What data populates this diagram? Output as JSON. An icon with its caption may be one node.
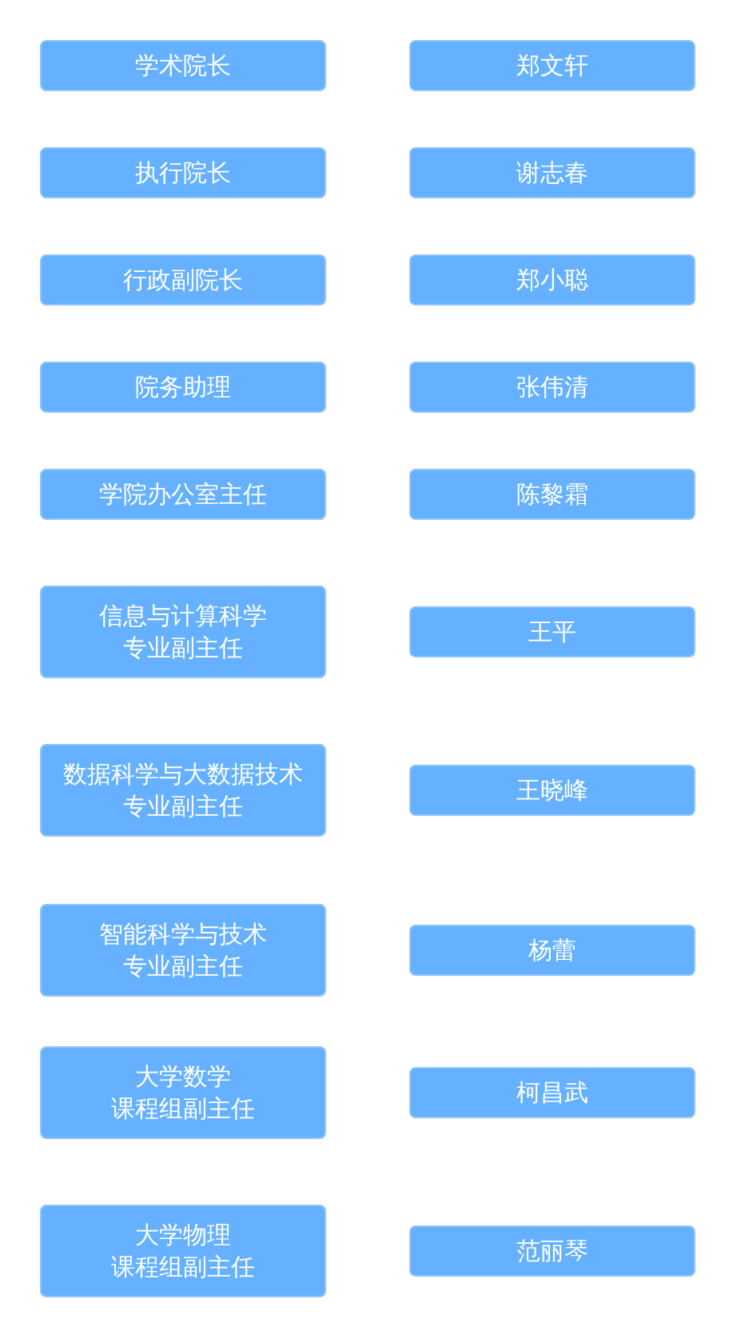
{
  "diagram": {
    "nodes": [
      {
        "text": [
          "学术院长"
        ]
      },
      {
        "text": [
          "郑文轩"
        ]
      },
      {
        "text": [
          "执行院长"
        ]
      },
      {
        "text": [
          "谢志春"
        ]
      },
      {
        "text": [
          "行政副院长"
        ]
      },
      {
        "text": [
          "郑小聪"
        ]
      },
      {
        "text": [
          "院务助理"
        ]
      },
      {
        "text": [
          "张伟清"
        ]
      },
      {
        "text": [
          "学院办公室主任"
        ]
      },
      {
        "text": [
          "陈黎霜"
        ]
      },
      {
        "text": [
          "信息与计算科学专业副主任"
        ]
      },
      {
        "text": [
          "王平"
        ]
      },
      {
        "text": [
          "数据科学与大数据技术专业副主任"
        ]
      },
      {
        "text": [
          "王晓峰"
        ]
      },
      {
        "text": [
          "智能科学与技术专业副主任"
        ]
      },
      {
        "text": [
          "杨蕾"
        ]
      },
      {
        "text": [
          "大学数学课程组副主任"
        ]
      },
      {
        "text": [
          "柯昌武"
        ]
      },
      {
        "text": [
          "大学物理课程组副主任"
        ]
      },
      {
        "text": [
          "范丽琴"
        ]
      }
    ]
  }
}
